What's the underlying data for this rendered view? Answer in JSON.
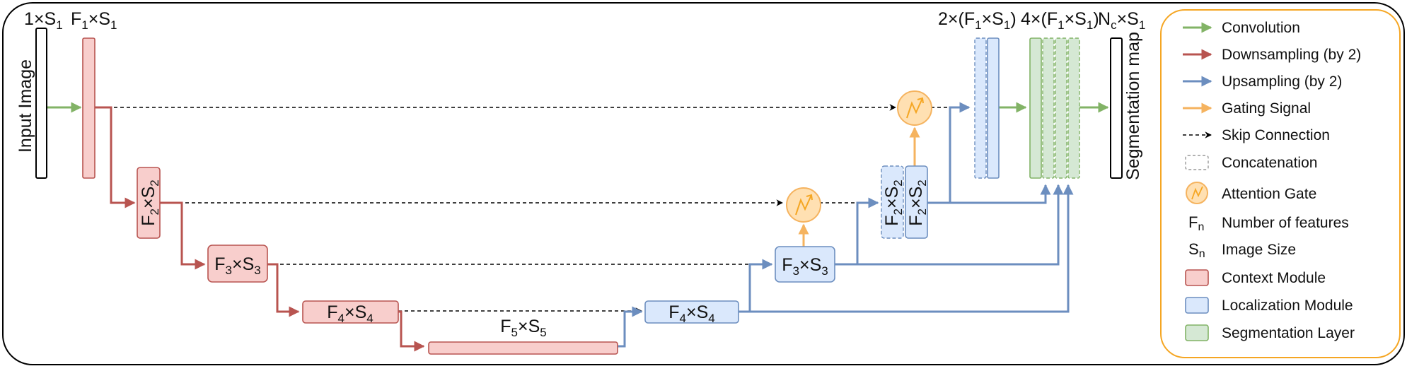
{
  "diagram": {
    "input": {
      "label": "Input Image",
      "size_label": "1×S1"
    },
    "first_conv": {
      "label": "F1×S1"
    },
    "context_modules": [
      {
        "label": "F2×S2"
      },
      {
        "label": "F3×S3"
      },
      {
        "label": "F4×S4"
      },
      {
        "label": "F5×S5"
      }
    ],
    "localization_modules": [
      {
        "label": "F4×S4"
      },
      {
        "label": "F3×S3"
      },
      {
        "label": "F2×S2"
      }
    ],
    "concat_label_2": "2×(F1×S1)",
    "seg_label": "4×(F1×S1)",
    "output": {
      "label": "Segmentation map",
      "size_label": "Nc×S1"
    }
  },
  "legend": {
    "items": [
      {
        "label": "Convolution",
        "icon": "green-arrow-icon",
        "color": "#82b366"
      },
      {
        "label": "Downsampling (by 2)",
        "icon": "red-arrow-icon",
        "color": "#b85450"
      },
      {
        "label": "Upsampling (by 2)",
        "icon": "blue-arrow-icon",
        "color": "#6c8ebf"
      },
      {
        "label": "Gating Signal",
        "icon": "orange-arrow-icon",
        "color": "#f5b35f"
      },
      {
        "label": "Skip Connection",
        "icon": "dashed-arrow-icon",
        "color": "#000000"
      },
      {
        "label": "Concatenation",
        "icon": "dashed-box-icon",
        "color": "#999999"
      },
      {
        "label": "Attention Gate",
        "icon": "attention-gate-icon",
        "color": "#f5b35f"
      },
      {
        "label": "Number of features",
        "icon": "fn-symbol",
        "color": "#000000"
      },
      {
        "label": "Image Size",
        "icon": "sn-symbol",
        "color": "#000000"
      },
      {
        "label": "Context Module",
        "icon": "red-box-icon",
        "color": "#f8cecc"
      },
      {
        "label": "Localization Module",
        "icon": "blue-box-icon",
        "color": "#dae8fc"
      },
      {
        "label": "Segmentation Layer",
        "icon": "green-box-icon",
        "color": "#d5e8d4"
      }
    ]
  }
}
